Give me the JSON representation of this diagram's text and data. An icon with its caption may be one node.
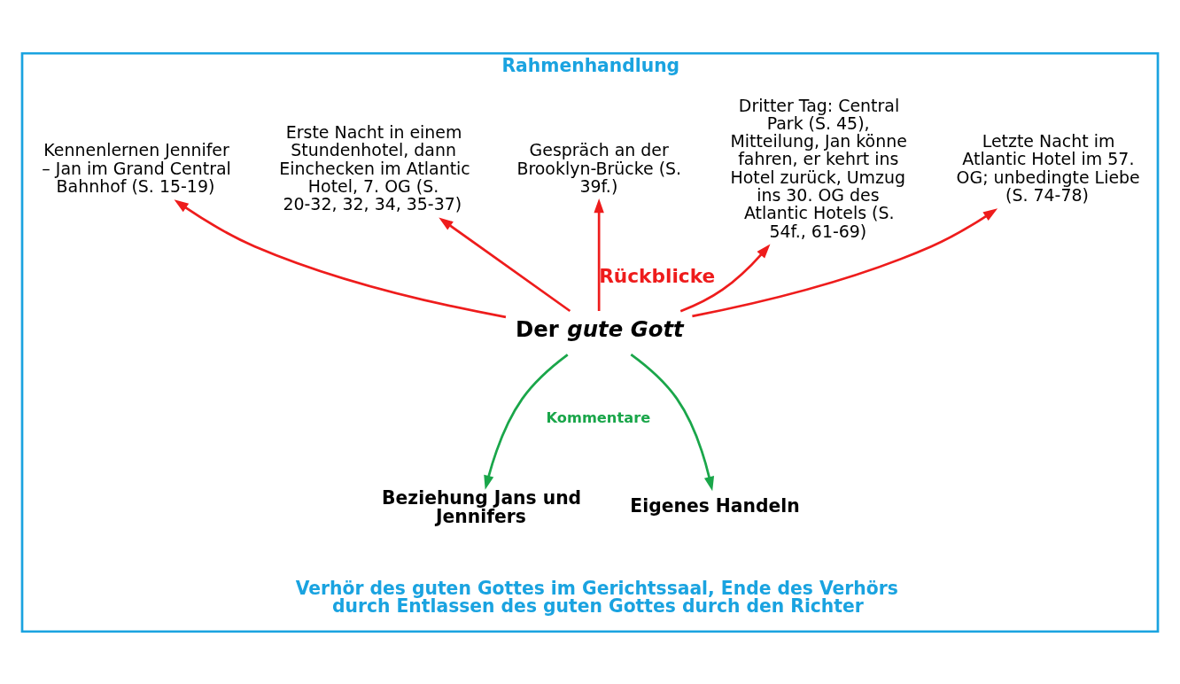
{
  "diagram": {
    "nodes": [
      {
        "text": [
          "Rahmenhandlung",
          "Verhör des guten Gottes im Gerichtssaal, Ende des Verhörs durch Entlassen des guten Gottes durch den Richter"
        ]
      },
      {
        "text": [
          "Kennenlernen Jennifer – Jan im Grand Central Bahnhof (S. 15-19)"
        ],
        "in": 0
      },
      {
        "text": [
          "Erste Nacht in einem Stundenhotel, dann Einchecken im Atlantic Hotel, 7. OG (S. 20-32, 32, 34, 35-37)"
        ],
        "in": 0
      },
      {
        "text": [
          "Gespräch an der Brooklyn-Brücke (S. 39f.)"
        ],
        "in": 0
      },
      {
        "text": [
          "Dritter Tag: Central Park (S. 45), Mitteilung, Jan könne fahren, er kehrt ins Hotel zurück, Umzug ins 30. OG des Atlantic Hotels (S. 54f., 61-69)"
        ],
        "in": 0
      },
      {
        "text": [
          "Letzte Nacht im Atlantic Hotel im 57. OG; unbedingte Liebe (S. 74-78)"
        ],
        "in": 0
      },
      {
        "text": [
          "Der *gute Gott*"
        ],
        "in": 0
      },
      {
        "text": [
          "Beziehung Jans und Jennifers"
        ],
        "in": 0
      },
      {
        "text": [
          "Eigenes Handeln"
        ],
        "in": 0
      }
    ],
    "edges": [
      {
        "from": 6,
        "to": 1,
        "arrow": "to",
        "color": "#ee1c1c"
      },
      {
        "from": 6,
        "to": 2,
        "arrow": "to",
        "color": "#ee1c1c"
      },
      {
        "from": 6,
        "to": 3,
        "arrow": "to",
        "label": "Rückblicke",
        "color": "#ee1c1c"
      },
      {
        "from": 6,
        "to": 4,
        "arrow": "to",
        "color": "#ee1c1c"
      },
      {
        "from": 6,
        "to": 5,
        "arrow": "to",
        "color": "#ee1c1c"
      },
      {
        "from": 6,
        "to": 7,
        "arrow": "to",
        "color": "#1aa64a"
      },
      {
        "from": 6,
        "to": 8,
        "arrow": "to",
        "color": "#1aa64a"
      }
    ],
    "labels": [
      "Kommentare"
    ]
  }
}
